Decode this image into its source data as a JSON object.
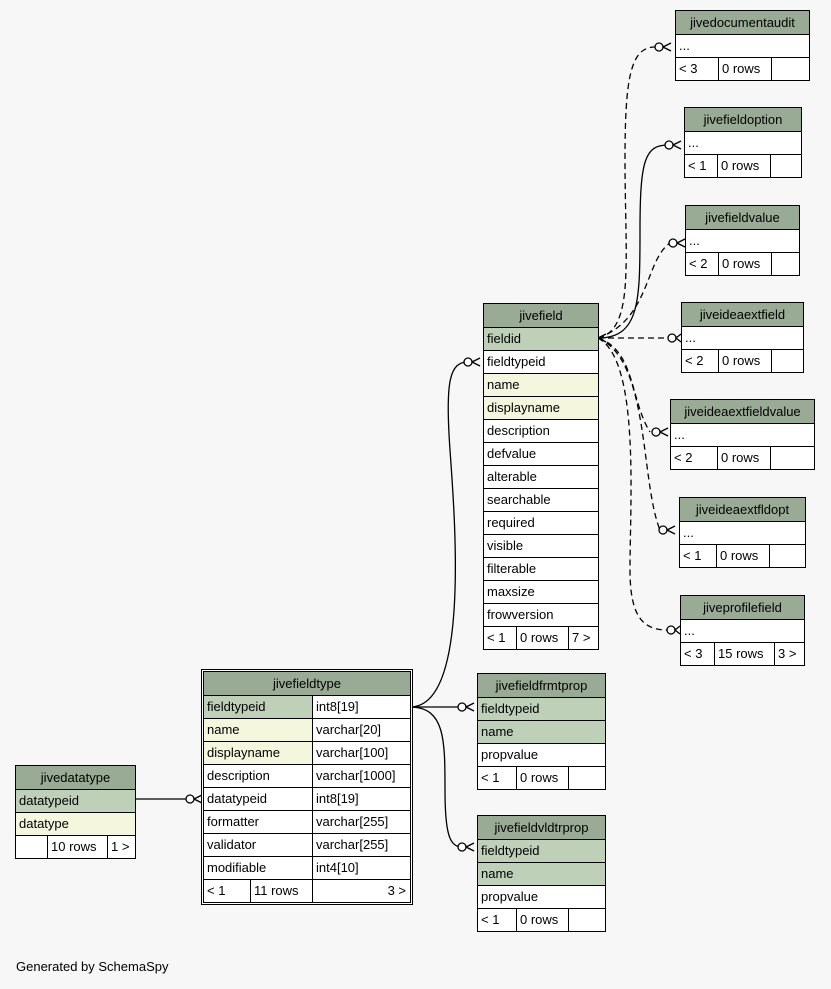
{
  "footer": "Generated by SchemaSpy",
  "colors": {
    "header": "#9aab95",
    "primary_key": "#bfd0b9",
    "indexed": "#f4f7dd",
    "background": "#f7f7f7"
  },
  "tables": {
    "jivedatatype": {
      "name": "jivedatatype",
      "columns": [
        {
          "name": "datatypeid"
        },
        {
          "name": "datatype"
        }
      ],
      "footer": [
        "",
        "10 rows",
        "1 >"
      ]
    },
    "jivefieldtype": {
      "name": "jivefieldtype",
      "columns": [
        {
          "name": "fieldtypeid",
          "type": "int8[19]"
        },
        {
          "name": "name",
          "type": "varchar[20]"
        },
        {
          "name": "displayname",
          "type": "varchar[100]"
        },
        {
          "name": "description",
          "type": "varchar[1000]"
        },
        {
          "name": "datatypeid",
          "type": "int8[19]"
        },
        {
          "name": "formatter",
          "type": "varchar[255]"
        },
        {
          "name": "validator",
          "type": "varchar[255]"
        },
        {
          "name": "modifiable",
          "type": "int4[10]"
        }
      ],
      "footer": [
        "< 1",
        "11 rows",
        "3 >"
      ]
    },
    "jivefield": {
      "name": "jivefield",
      "columns": [
        {
          "name": "fieldid"
        },
        {
          "name": "fieldtypeid"
        },
        {
          "name": "name"
        },
        {
          "name": "displayname"
        },
        {
          "name": "description"
        },
        {
          "name": "defvalue"
        },
        {
          "name": "alterable"
        },
        {
          "name": "searchable"
        },
        {
          "name": "required"
        },
        {
          "name": "visible"
        },
        {
          "name": "filterable"
        },
        {
          "name": "maxsize"
        },
        {
          "name": "frowversion"
        }
      ],
      "footer": [
        "< 1",
        "0 rows",
        "7 >"
      ]
    },
    "jivefieldfrmtprop": {
      "name": "jivefieldfrmtprop",
      "columns": [
        {
          "name": "fieldtypeid"
        },
        {
          "name": "name"
        },
        {
          "name": "propvalue"
        }
      ],
      "footer": [
        "< 1",
        "0 rows",
        ""
      ]
    },
    "jivefieldvldtrprop": {
      "name": "jivefieldvldtrprop",
      "columns": [
        {
          "name": "fieldtypeid"
        },
        {
          "name": "name"
        },
        {
          "name": "propvalue"
        }
      ],
      "footer": [
        "< 1",
        "0 rows",
        ""
      ]
    },
    "jivedocumentaudit": {
      "name": "jivedocumentaudit",
      "columns": [
        {
          "name": "..."
        }
      ],
      "footer": [
        "< 3",
        "0 rows",
        ""
      ]
    },
    "jivefieldoption": {
      "name": "jivefieldoption",
      "columns": [
        {
          "name": "..."
        }
      ],
      "footer": [
        "< 1",
        "0 rows",
        ""
      ]
    },
    "jivefieldvalue": {
      "name": "jivefieldvalue",
      "columns": [
        {
          "name": "..."
        }
      ],
      "footer": [
        "< 2",
        "0 rows",
        ""
      ]
    },
    "jiveideaextfield": {
      "name": "jiveideaextfield",
      "columns": [
        {
          "name": "..."
        }
      ],
      "footer": [
        "< 2",
        "0 rows",
        ""
      ]
    },
    "jiveideaextfieldvalue": {
      "name": "jiveideaextfieldvalue",
      "columns": [
        {
          "name": "..."
        }
      ],
      "footer": [
        "< 2",
        "0 rows",
        ""
      ]
    },
    "jiveideaextfldopt": {
      "name": "jiveideaextfldopt",
      "columns": [
        {
          "name": "..."
        }
      ],
      "footer": [
        "< 1",
        "0 rows",
        ""
      ]
    },
    "jiveprofilefield": {
      "name": "jiveprofilefield",
      "columns": [
        {
          "name": "..."
        }
      ],
      "footer": [
        "< 3",
        "15 rows",
        "3 >"
      ]
    }
  }
}
